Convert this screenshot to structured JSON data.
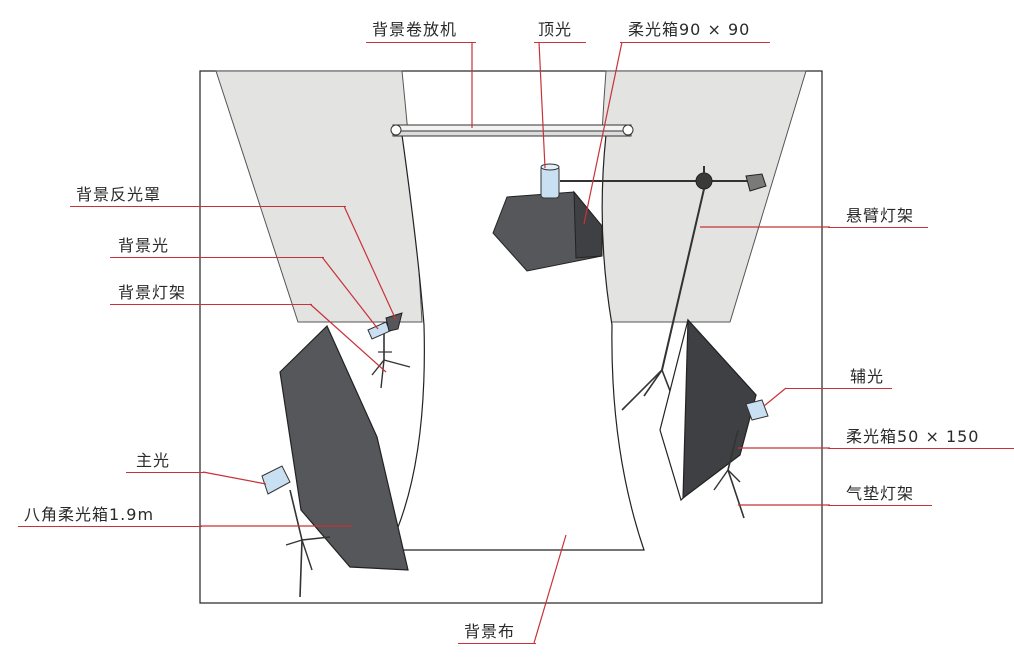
{
  "labels": {
    "bg_roller": "背景卷放机",
    "top_light": "顶光",
    "softbox_top": "柔光箱90 × 90",
    "bg_reflector": "背景反光罩",
    "bg_light": "背景光",
    "bg_light_stand": "背景灯架",
    "boom_stand": "悬臂灯架",
    "fill_light": "辅光",
    "softbox_right": "柔光箱50 × 150",
    "air_stand": "气垫灯架",
    "key_light": "主光",
    "octabox": "八角柔光箱1.9m",
    "backdrop": "背景布"
  },
  "colors": {
    "leader": "#c8323a",
    "wall": "#e3e3e1",
    "softbox": "#55575b",
    "lamp": "#c9e0f2",
    "outline": "#222222"
  }
}
